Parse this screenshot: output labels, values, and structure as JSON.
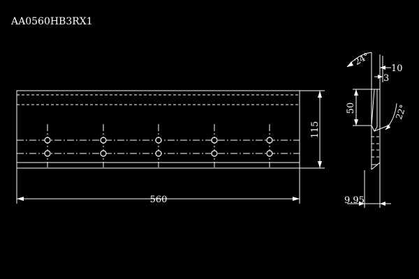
{
  "title": "AA0560HB3RX1",
  "dimensions": {
    "length": "560",
    "height": "115",
    "hole_height": "50",
    "thickness": "9.95",
    "angle_top": "24°",
    "angle_bevel": "22°",
    "dim_10": "10",
    "dim_3": "3"
  },
  "colors": {
    "background": "#000000",
    "lines": "#ffffff"
  }
}
